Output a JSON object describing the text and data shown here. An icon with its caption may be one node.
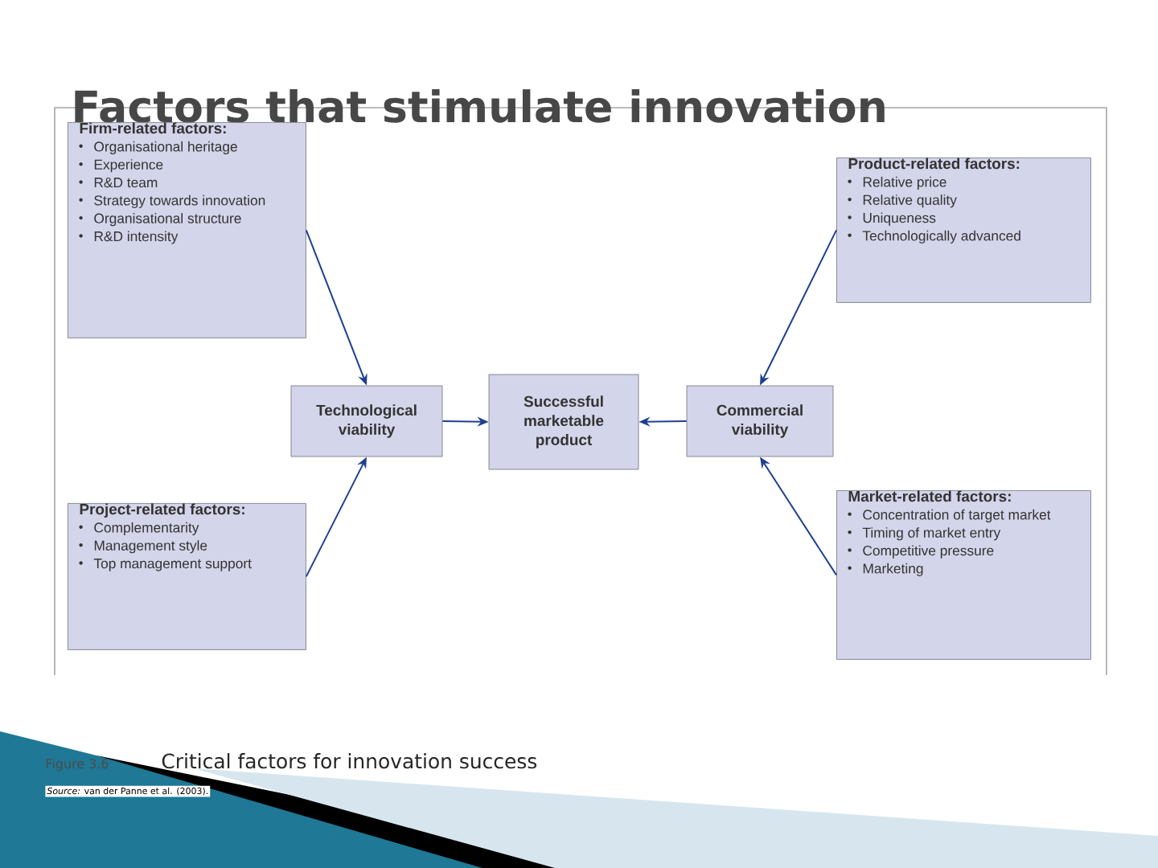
{
  "diagram": {
    "title": "Factors that stimulate innovation",
    "caption": "Critical factors for innovation success",
    "nodes": [
      {
        "text": [
          "Firm-related factors:",
          "Organisational heritage",
          "Experience",
          "R&D team",
          "Strategy towards innovation",
          "Organisational structure",
          "R&D intensity"
        ]
      },
      {
        "text": [
          "Product-related factors:",
          "Relative price",
          "Relative quality",
          "Uniqueness",
          "Technologically advanced"
        ]
      },
      {
        "text": [
          "Technological viability"
        ]
      },
      {
        "text": [
          "Successful marketable product"
        ]
      },
      {
        "text": [
          "Commercial viability"
        ]
      },
      {
        "text": [
          "Project-related factors:",
          "Complementarity",
          "Management style",
          "Top management support"
        ]
      },
      {
        "text": [
          "Market-related factors:",
          "Concentration of target market",
          "Timing of market entry",
          "Competitive pressure",
          "Marketing"
        ]
      }
    ],
    "edges": [
      {
        "from": 0,
        "to": 2,
        "arrow": "to"
      },
      {
        "from": 1,
        "to": 4,
        "arrow": "to"
      },
      {
        "from": 5,
        "to": 2,
        "arrow": "to"
      },
      {
        "from": 6,
        "to": 4,
        "arrow": "to"
      },
      {
        "from": 2,
        "to": 3,
        "arrow": "to"
      },
      {
        "from": 4,
        "to": 3,
        "arrow": "to"
      }
    ],
    "labels": [
      "Figure 3.6",
      "*Source:* van der Panne et al. (2003)."
    ]
  }
}
